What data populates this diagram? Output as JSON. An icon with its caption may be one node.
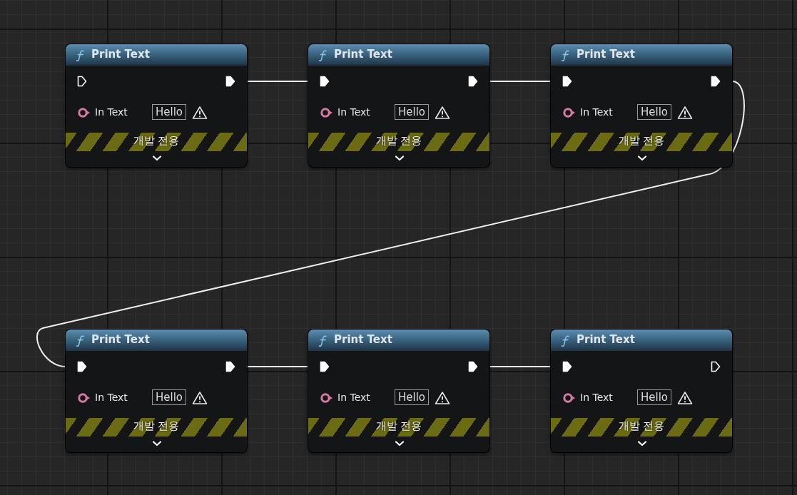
{
  "diagram": {
    "nodes": [
      {
        "text": [
          "Print Text",
          "In Text",
          "Hello",
          "개발 전용"
        ]
      },
      {
        "text": [
          "Print Text",
          "In Text",
          "Hello",
          "개발 전용"
        ]
      },
      {
        "text": [
          "Print Text",
          "In Text",
          "Hello",
          "개발 전용"
        ]
      },
      {
        "text": [
          "Print Text",
          "In Text",
          "Hello",
          "개발 전용"
        ]
      },
      {
        "text": [
          "Print Text",
          "In Text",
          "Hello",
          "개발 전용"
        ]
      },
      {
        "text": [
          "Print Text",
          "In Text",
          "Hello",
          "개발 전용"
        ]
      }
    ],
    "edges": [
      {
        "from": 0,
        "to": 1,
        "arrow": "none"
      },
      {
        "from": 1,
        "to": 2,
        "arrow": "none"
      },
      {
        "from": 2,
        "to": 3,
        "arrow": "none"
      },
      {
        "from": 3,
        "to": 4,
        "arrow": "none"
      },
      {
        "from": 4,
        "to": 5,
        "arrow": "none"
      }
    ]
  }
}
